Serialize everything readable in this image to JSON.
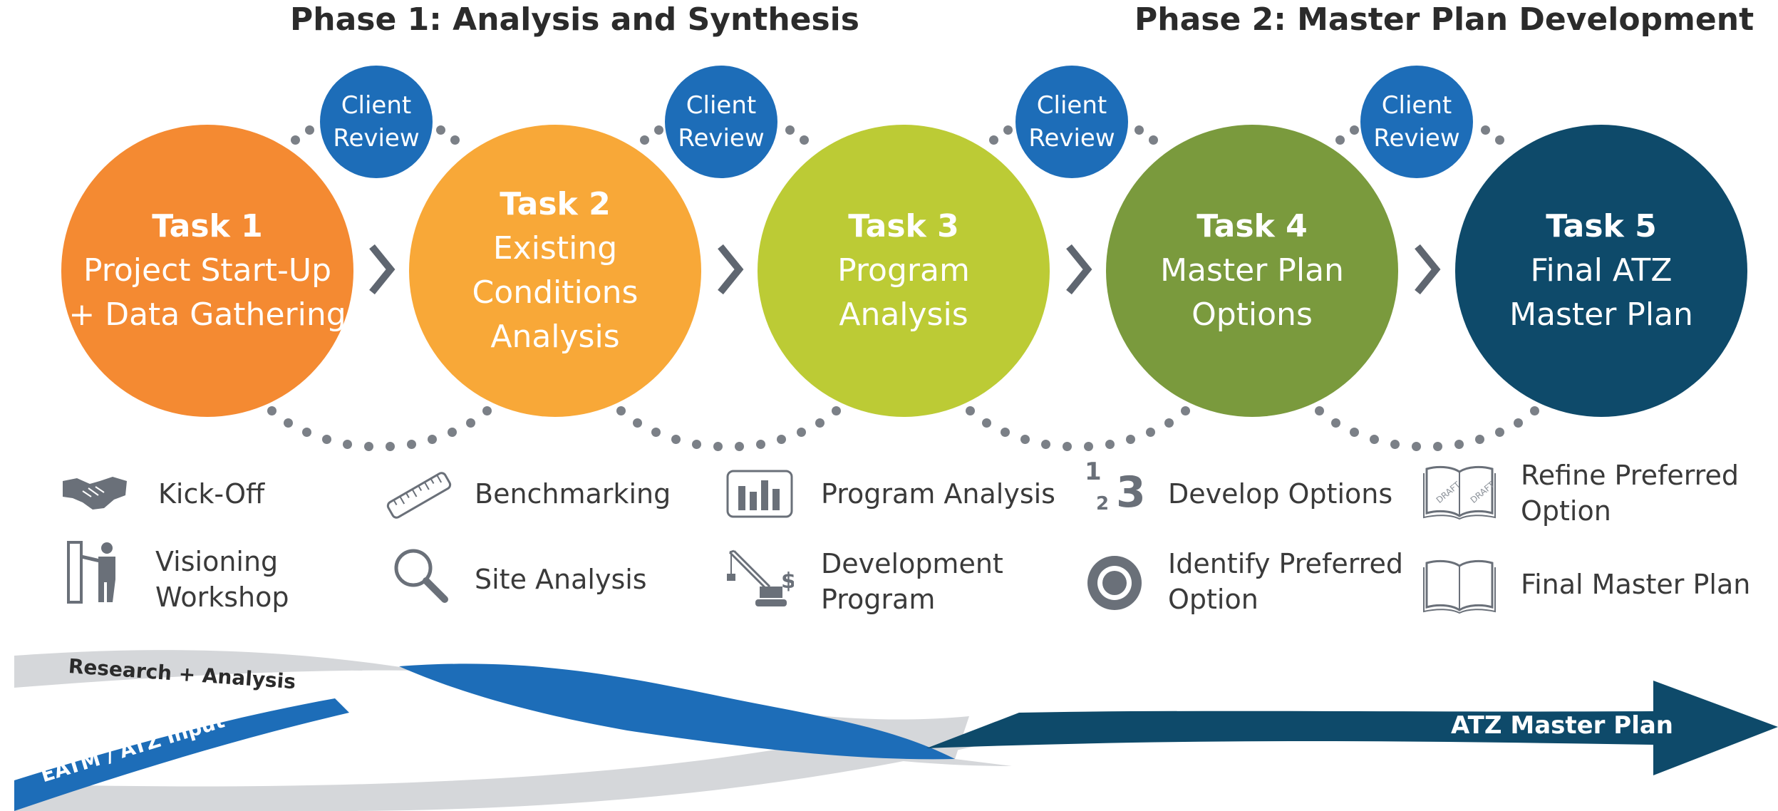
{
  "phases": [
    {
      "label": "Phase 1: Analysis and Synthesis"
    },
    {
      "label": "Phase 2: Master Plan Development"
    }
  ],
  "reviews": [
    {
      "line1": "Client",
      "line2": "Review"
    },
    {
      "line1": "Client",
      "line2": "Review"
    },
    {
      "line1": "Client",
      "line2": "Review"
    },
    {
      "line1": "Client",
      "line2": "Review"
    }
  ],
  "tasks": [
    {
      "title": "Task 1",
      "label": "Project Start-Up\n+ Data Gathering",
      "color": "#f48a32"
    },
    {
      "title": "Task 2",
      "label": "Existing\nConditions\nAnalysis",
      "color": "#f8a838"
    },
    {
      "title": "Task 3",
      "label": "Program\nAnalysis",
      "color": "#bccb35"
    },
    {
      "title": "Task 4",
      "label": "Master Plan\nOptions",
      "color": "#7a9a3d"
    },
    {
      "title": "Task 5",
      "label": "Final ATZ\nMaster Plan",
      "color": "#0e4a6a"
    }
  ],
  "activities": [
    {
      "icon": "handshake-icon",
      "label": "Kick-Off"
    },
    {
      "icon": "presenter-icon",
      "label": "Visioning\nWorkshop"
    },
    {
      "icon": "ruler-icon",
      "label": "Benchmarking"
    },
    {
      "icon": "magnifier-icon",
      "label": "Site Analysis"
    },
    {
      "icon": "bar-chart-icon",
      "label": "Program Analysis"
    },
    {
      "icon": "crane-icon",
      "label": "Development\nProgram"
    },
    {
      "icon": "numbers-icon",
      "label": "Develop Options"
    },
    {
      "icon": "target-icon",
      "label": "Identify Preferred\nOption"
    },
    {
      "icon": "draft-book-icon",
      "label": "Refine Preferred\nOption"
    },
    {
      "icon": "open-book-icon",
      "label": "Final Master Plan"
    }
  ],
  "numbers_icon": {
    "one": "1",
    "two": "2",
    "three": "3"
  },
  "draft_text": "DRAFT",
  "bands": {
    "research": "Research + Analysis",
    "input": "EATM / ATZ Input",
    "output": "ATZ Master Plan"
  },
  "colors": {
    "review_blue": "#1d6db8",
    "dots": "#7b8087",
    "chevron": "#5f6670",
    "band_gray": "#d5d7da",
    "band_blue": "#1d6db8",
    "arrow_navy": "#0e4a6a"
  }
}
